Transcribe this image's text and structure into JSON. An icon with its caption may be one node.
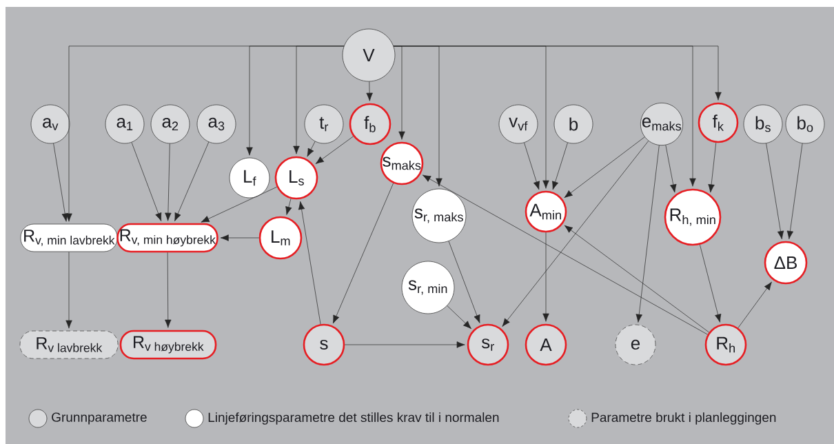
{
  "diagram": {
    "nodes": [
      {
        "text": [
          "V"
        ]
      },
      {
        "text": [
          "a$_{v}$"
        ]
      },
      {
        "text": [
          "a$_{1}$"
        ]
      },
      {
        "text": [
          "a$_{2}$"
        ]
      },
      {
        "text": [
          "a$_{3}$"
        ]
      },
      {
        "text": [
          "t$_{r}$"
        ]
      },
      {
        "text": [
          "f$_{b}$"
        ]
      },
      {
        "text": [
          "v$_{vf}$"
        ]
      },
      {
        "text": [
          "b"
        ]
      },
      {
        "text": [
          "e$_{maks}$"
        ]
      },
      {
        "text": [
          "f$_{k}$"
        ]
      },
      {
        "text": [
          "b$_{s}$"
        ]
      },
      {
        "text": [
          "b$_{o}$"
        ]
      },
      {
        "text": [
          "L$_{f}$"
        ]
      },
      {
        "text": [
          "L$_{s}$"
        ]
      },
      {
        "text": [
          "s$_{maks}$"
        ]
      },
      {
        "text": [
          "A$_{min}$"
        ]
      },
      {
        "text": [
          "\\mathrm{R}_{\\text{h, min}}"
        ]
      },
      {
        "text": [
          "\\mathrm{s}_{\\text{r, maks}}"
        ]
      },
      {
        "text": [
          "\\mathrm{R}_{\\text{v, min lavbrekk}}"
        ]
      },
      {
        "text": [
          "\\mathrm{R}_{\\text{v, min høybrekk}}"
        ]
      },
      {
        "text": [
          "L$_{m}$"
        ]
      },
      {
        "text": [
          "ΔB"
        ]
      },
      {
        "text": [
          "\\mathrm{s}_{\\text{r, min}}"
        ]
      },
      {
        "text": [
          "\\mathrm{R}_{\\text{v lavbrekk}}"
        ]
      },
      {
        "text": [
          "\\mathrm{R}_{\\text{v høybrekk}}"
        ]
      },
      {
        "text": [
          "s"
        ]
      },
      {
        "text": [
          "s$_{r}$"
        ]
      },
      {
        "text": [
          "A"
        ]
      },
      {
        "text": [
          "e"
        ]
      },
      {
        "text": [
          "R$_{h}$"
        ]
      }
    ],
    "edges": [
      {
        "from": 0,
        "to": 19,
        "arrow": "to"
      },
      {
        "from": 0,
        "to": 13,
        "arrow": "to"
      },
      {
        "from": 0,
        "to": 14,
        "arrow": "to"
      },
      {
        "from": 0,
        "to": 6,
        "arrow": "to"
      },
      {
        "from": 0,
        "to": 15,
        "arrow": "to"
      },
      {
        "from": 0,
        "to": 18,
        "arrow": "to"
      },
      {
        "from": 0,
        "to": 16,
        "arrow": "to"
      },
      {
        "from": 0,
        "to": 17,
        "arrow": "to"
      },
      {
        "from": 0,
        "to": 10,
        "arrow": "to"
      },
      {
        "from": 1,
        "to": 19,
        "arrow": "to"
      },
      {
        "from": 2,
        "to": 20,
        "arrow": "to"
      },
      {
        "from": 3,
        "to": 20,
        "arrow": "to"
      },
      {
        "from": 4,
        "to": 20,
        "arrow": "to"
      },
      {
        "from": 5,
        "to": 14,
        "arrow": "to"
      },
      {
        "from": 6,
        "to": 14,
        "arrow": "to"
      },
      {
        "from": 14,
        "to": 20,
        "arrow": "to"
      },
      {
        "from": 14,
        "to": 21,
        "arrow": "to"
      },
      {
        "from": 21,
        "to": 20,
        "arrow": "to"
      },
      {
        "from": 26,
        "to": 14,
        "arrow": "to"
      },
      {
        "from": 15,
        "to": 26,
        "arrow": "to"
      },
      {
        "from": 26,
        "to": 27,
        "arrow": "to"
      },
      {
        "from": 19,
        "to": 24,
        "arrow": "to"
      },
      {
        "from": 20,
        "to": 25,
        "arrow": "to"
      },
      {
        "from": 7,
        "to": 16,
        "arrow": "to"
      },
      {
        "from": 8,
        "to": 16,
        "arrow": "to"
      },
      {
        "from": 9,
        "to": 16,
        "arrow": "to"
      },
      {
        "from": 9,
        "to": 27,
        "arrow": "to"
      },
      {
        "from": 9,
        "to": 29,
        "arrow": "to"
      },
      {
        "from": 9,
        "to": 17,
        "arrow": "to"
      },
      {
        "from": 10,
        "to": 17,
        "arrow": "to"
      },
      {
        "from": 11,
        "to": 22,
        "arrow": "to"
      },
      {
        "from": 12,
        "to": 22,
        "arrow": "to"
      },
      {
        "from": 16,
        "to": 28,
        "arrow": "to"
      },
      {
        "from": 18,
        "to": 27,
        "arrow": "to"
      },
      {
        "from": 23,
        "to": 27,
        "arrow": "to"
      },
      {
        "from": 17,
        "to": 30,
        "arrow": "to"
      },
      {
        "from": 30,
        "to": 22,
        "arrow": "to"
      },
      {
        "from": 30,
        "to": 15,
        "arrow": "to"
      },
      {
        "from": 30,
        "to": 16,
        "arrow": "to"
      }
    ],
    "legend": [
      {
        "text": "Grunnparametre",
        "color": "#d9dadc"
      },
      {
        "text": "Linjeføringsparametre det stilles krav til i normalen",
        "color": "#ffffff"
      },
      {
        "text": "Parametre brukt i planleggingen"
      }
    ]
  }
}
